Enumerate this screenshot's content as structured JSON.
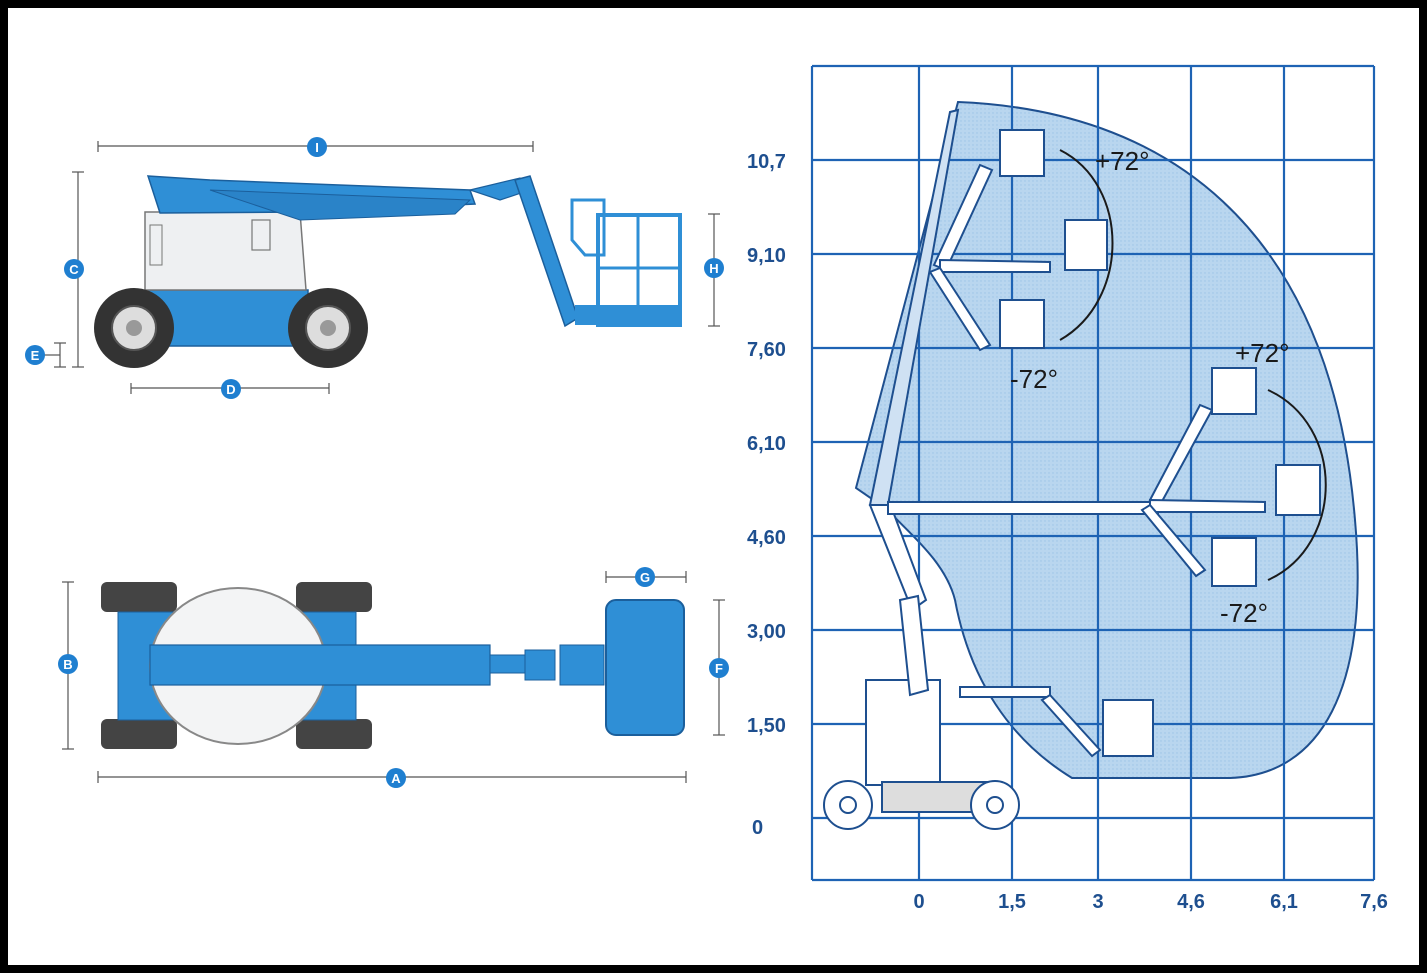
{
  "side_view": {
    "dimension_labels": {
      "I": "I",
      "C": "C",
      "E": "E",
      "D": "D",
      "H": "H"
    }
  },
  "top_view": {
    "dimension_labels": {
      "B": "B",
      "A": "A",
      "G": "G",
      "F": "F"
    }
  },
  "working_range": {
    "y_ticks": [
      "10,7",
      "9,10",
      "7,60",
      "6,10",
      "4,60",
      "3,00",
      "1,50",
      "0"
    ],
    "x_ticks": [
      "0",
      "1,5",
      "3",
      "4,6",
      "6,1",
      "7,6"
    ],
    "angle_labels": {
      "upper_plus": "+72°",
      "upper_minus": "-72°",
      "mid_plus": "+72°",
      "mid_minus": "-72°"
    }
  },
  "colors": {
    "machine_blue": "#2f8fd6",
    "dim_blue": "#1f7fd0",
    "grid_blue": "#1e63b4",
    "envelope_fill": "#bcd8f0",
    "envelope_stroke": "#1e4f8f"
  }
}
